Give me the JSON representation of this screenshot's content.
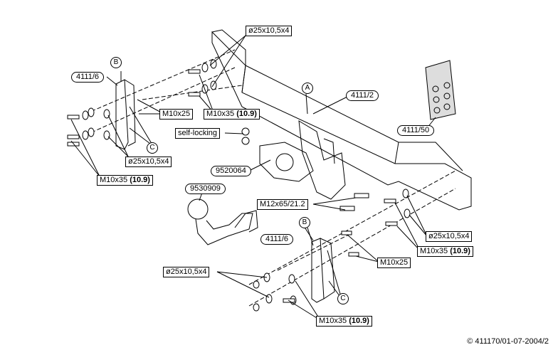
{
  "labels": {
    "bolt_m10x25_top": "M10x25",
    "bolt_m10x35_top": "M10x35",
    "bolt_m10x35_top_grade": "(10.9)",
    "washer_top_right": "ø25x10,5x4",
    "washer_left_mid": "ø25x10,5x4",
    "bolt_left_m10x35": "M10x35",
    "bolt_left_m10x35_grade": "(10.9)",
    "nut_self_locking": "self-locking",
    "part_9520064": "9520064",
    "part_9530909": "9530909",
    "bolt_m12": "M12x65/21.2",
    "washer_right": "ø25x10,5x4",
    "bolt_right_m10x35": "M10x35",
    "bolt_right_m10x35_grade": "(10.9)",
    "bolt_bottom_m10x25": "M10x25",
    "washer_bottom_left": "ø25x10,5x4",
    "bolt_bottom_m10x35": "M10x35",
    "bolt_bottom_m10x35_grade": "(10.9)",
    "bracket_left_id": "4111/6",
    "bracket_bottom_id": "4111/6",
    "crossbar_id": "4111/2",
    "electric_id": "4111/50",
    "marker_a": "A",
    "marker_b_left": "B",
    "marker_b_bottom": "B",
    "marker_c_left": "C",
    "marker_c_bottom": "C",
    "copyright": "© 411170/01-07-2004/2"
  }
}
